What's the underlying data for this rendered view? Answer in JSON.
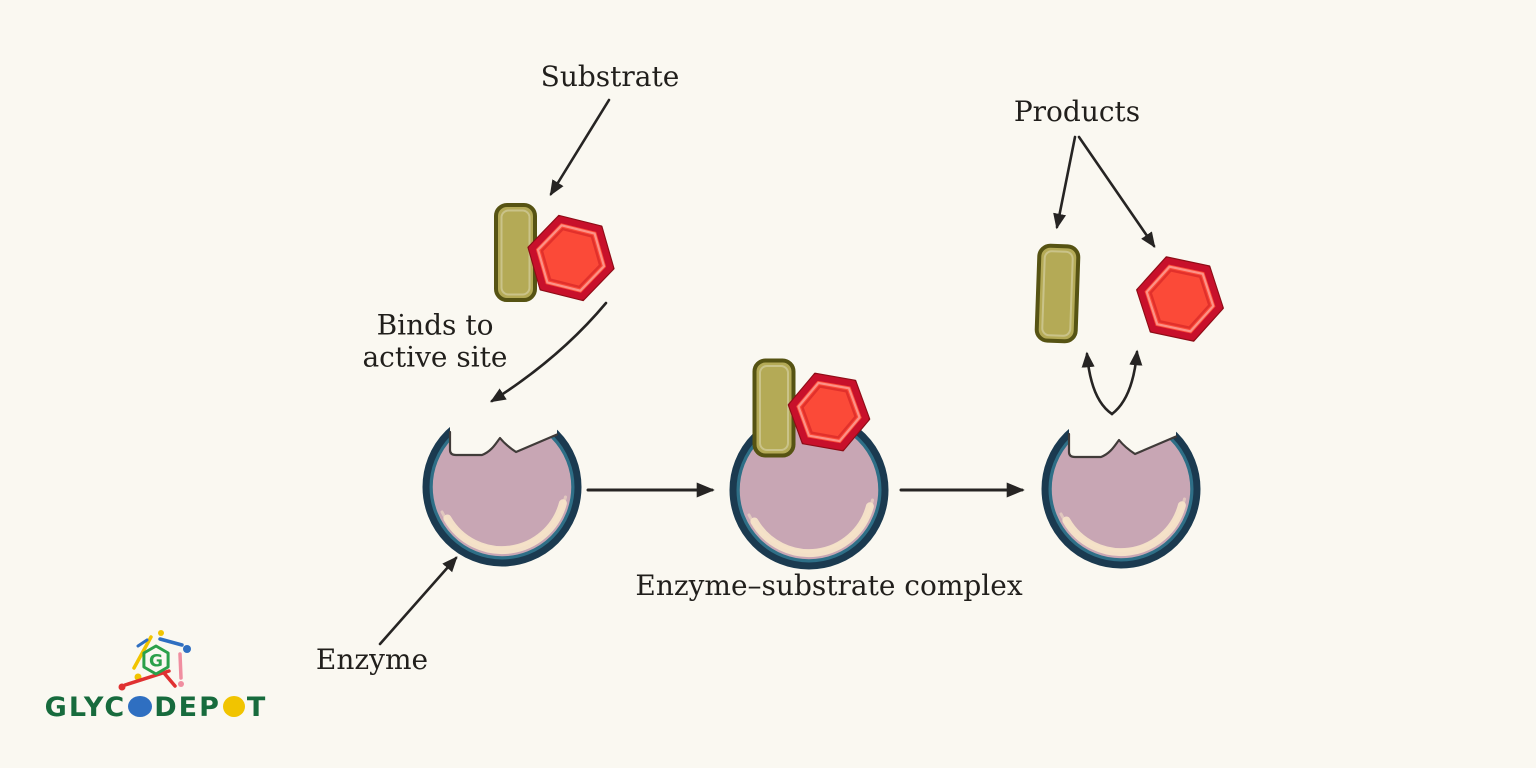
{
  "labels": {
    "substrate": "Substrate",
    "binds_to": "Binds to\nactive site",
    "enzyme": "Enzyme",
    "complex": "Enzyme–substrate complex",
    "products": "Products"
  },
  "logo": {
    "monogram": "G",
    "part1": "GLYC",
    "part2": "DEP",
    "part3": "T"
  },
  "colors": {
    "background": "#faf8f1",
    "text": "#211f1c",
    "arrow": "#262423",
    "enzyme_fill": "#c8a6b4",
    "enzyme_rim": "#1b3a50",
    "enzyme_rim_inner": "#2e6f87",
    "enzyme_highlight": "#f6e3c9",
    "notch_outline": "#403b39",
    "substrate_rect_fill": "#b4aa56",
    "substrate_rect_border": "#565313",
    "substrate_hex_fill": "#fb4a38",
    "substrate_hex_border": "#c8102b",
    "logo_green": "#176b3d",
    "logo_hex_green": "#2aa04a",
    "logo_blue": "#2f6fc1",
    "logo_yellow": "#f1c400",
    "logo_red": "#e03131",
    "logo_pink": "#f08ea0"
  }
}
